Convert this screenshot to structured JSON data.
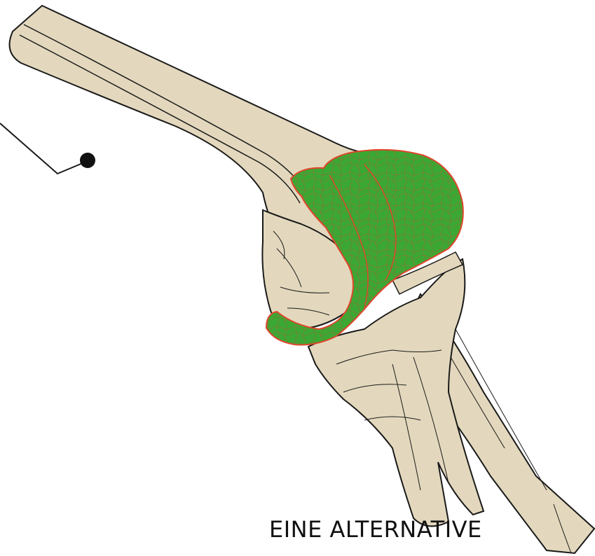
{
  "caption": "EINE ALTERNATIVE",
  "colors": {
    "bone_fill": "#e3d8bd",
    "bone_outline": "#1a1a1a",
    "cartilage_fill": "#3aa832",
    "cartilage_outline": "#e0452b",
    "callout_line": "#1a1a1a"
  },
  "icons": [
    "femur-bone",
    "tibia-bone",
    "fibula-bone",
    "patella-bone",
    "cartilage-graft",
    "callout-pointer"
  ]
}
